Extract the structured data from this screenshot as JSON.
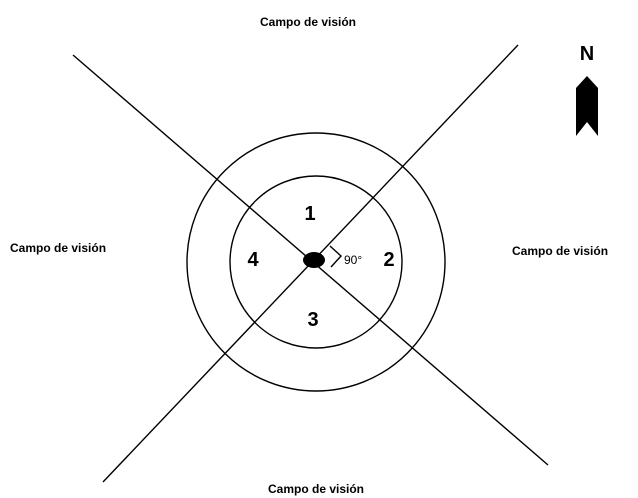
{
  "field_labels": {
    "top": "Campo de visión",
    "left": "Campo de visión",
    "right": "Campo de visión",
    "bottom": "Campo de visión"
  },
  "zones": {
    "z1": "1",
    "z2": "2",
    "z3": "3",
    "z4": "4"
  },
  "angle_label": "90°",
  "north_label": "N"
}
